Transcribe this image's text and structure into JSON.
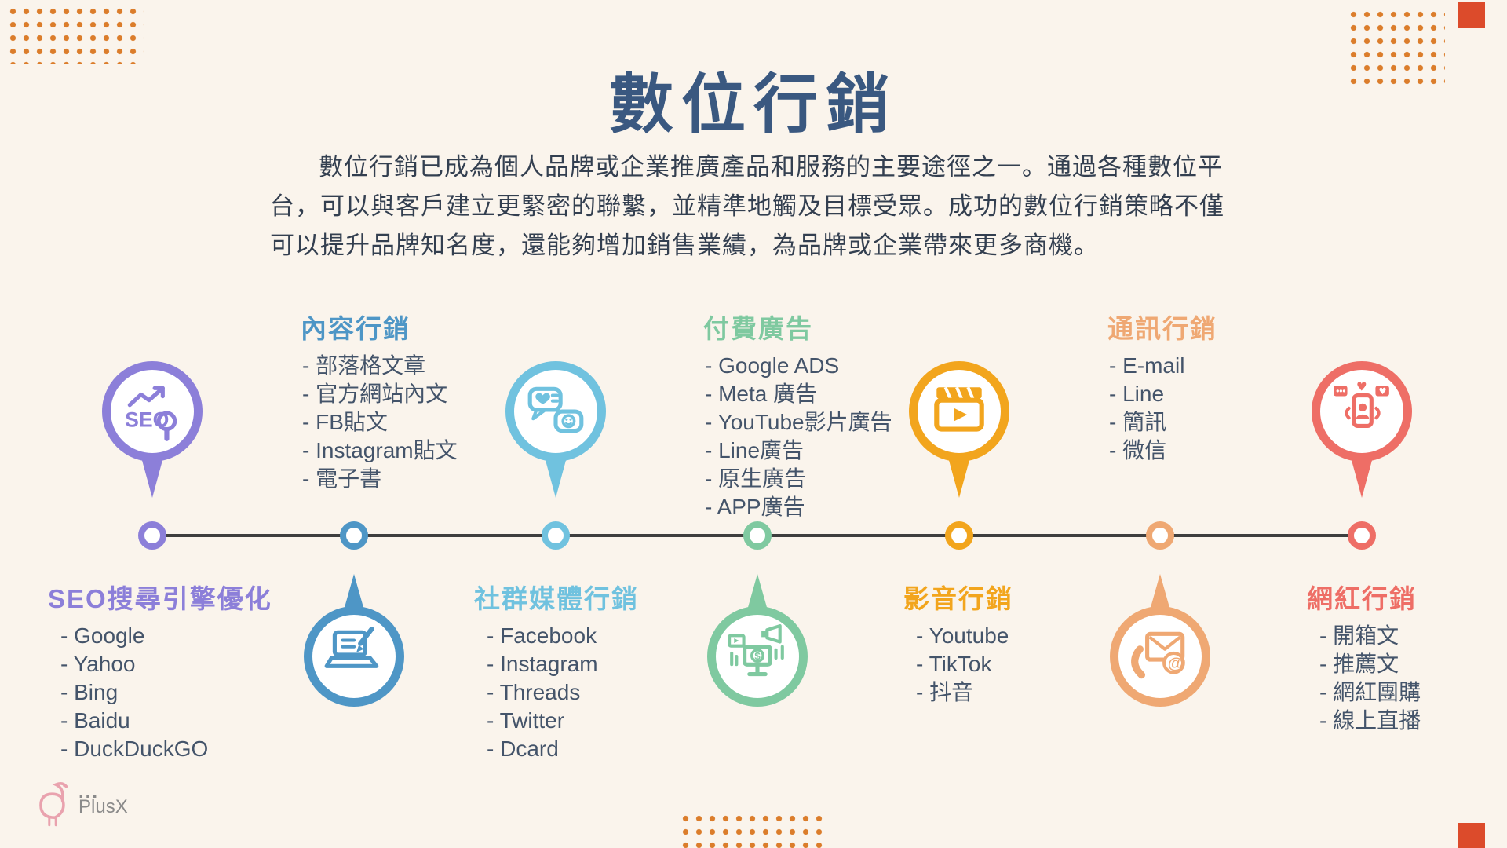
{
  "page": {
    "title": "數位行銷",
    "intro": "數位行銷已成為個人品牌或企業推廣產品和服務的主要途徑之一。通過各種數位平台，可以與客戶建立更緊密的聯繫，並精準地觸及目標受眾。成功的數位行銷策略不僅可以提升品牌知名度，還能夠增加銷售業績，為品牌或企業帶來更多商機。"
  },
  "decor": {
    "dot_color": "#DB7D2B",
    "corner_square_color": "#DC4B2B"
  },
  "logo": {
    "dots": "...",
    "text": "PlusX"
  },
  "timeline": {
    "items": [
      {
        "title": "SEO搜尋引擎優化",
        "color": "#8C7FD9",
        "icon": "seo-magnifier-icon",
        "marker": "pin-above",
        "list": [
          "- Google",
          "- Yahoo",
          "- Bing",
          "- Baidu",
          "- DuckDuckGO"
        ]
      },
      {
        "title": "內容行銷",
        "color": "#4E96C6",
        "icon": "laptop-pencil-icon",
        "marker": "drop-below",
        "list": [
          "- 部落格文章",
          "- 官方網站內文",
          "- FB貼文",
          "- Instagram貼文",
          "- 電子書"
        ]
      },
      {
        "title": "社群媒體行銷",
        "color": "#70C2DF",
        "icon": "chat-bubbles-icon",
        "marker": "pin-above",
        "list": [
          "- Facebook",
          "- Instagram",
          "- Threads",
          "- Twitter",
          "- Dcard"
        ]
      },
      {
        "title": "付費廣告",
        "color": "#7FC9A0",
        "icon": "ads-monitor-megaphone-icon",
        "marker": "drop-below",
        "list": [
          "- Google  ADS",
          "- Meta 廣告",
          "- YouTube影片廣告",
          "- Line廣告",
          "- 原生廣告",
          "- APP廣告"
        ]
      },
      {
        "title": "影音行銷",
        "color": "#F2A51D",
        "icon": "clapperboard-play-icon",
        "marker": "pin-above",
        "list": [
          "- Youtube",
          "- TikTok",
          "- 抖音"
        ]
      },
      {
        "title": "通訊行銷",
        "color": "#EFA873",
        "icon": "envelope-phone-icon",
        "marker": "drop-below",
        "list": [
          "- E-mail",
          "- Line",
          "- 簡訊",
          "- 微信"
        ]
      },
      {
        "title": "網紅行銷",
        "color": "#EE6E66",
        "icon": "influencer-phone-icon",
        "marker": "pin-above",
        "list": [
          "- 開箱文",
          "- 推薦文",
          "- 網紅團購",
          "- 線上直播"
        ]
      }
    ]
  }
}
